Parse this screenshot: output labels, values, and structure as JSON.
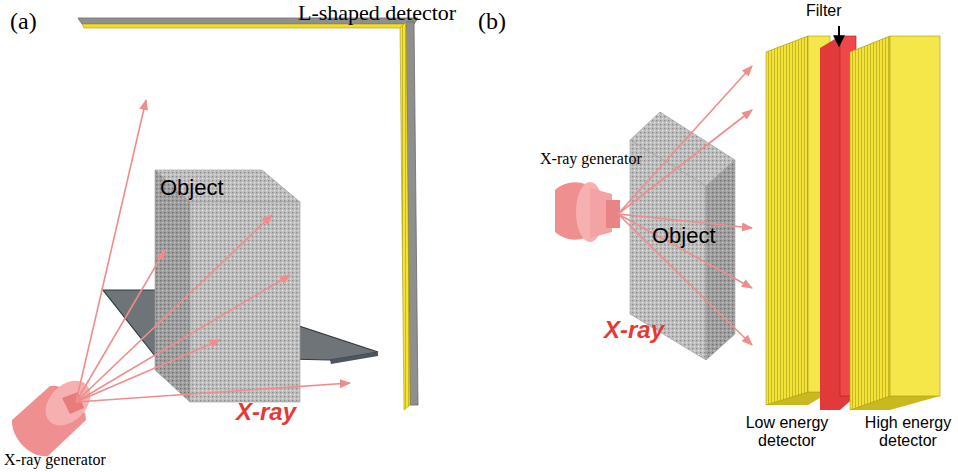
{
  "diagram": {
    "nodes": [
      {
        "text": [
          "Object"
        ]
      },
      {
        "text": [
          "Object"
        ]
      }
    ],
    "labels": [
      "(a)",
      "L-shaped detector",
      "X-ray",
      "X-ray generator",
      "(b)",
      "Filter",
      "X-ray generator",
      "X-ray",
      "Low energy detector",
      "High energy detector"
    ]
  }
}
